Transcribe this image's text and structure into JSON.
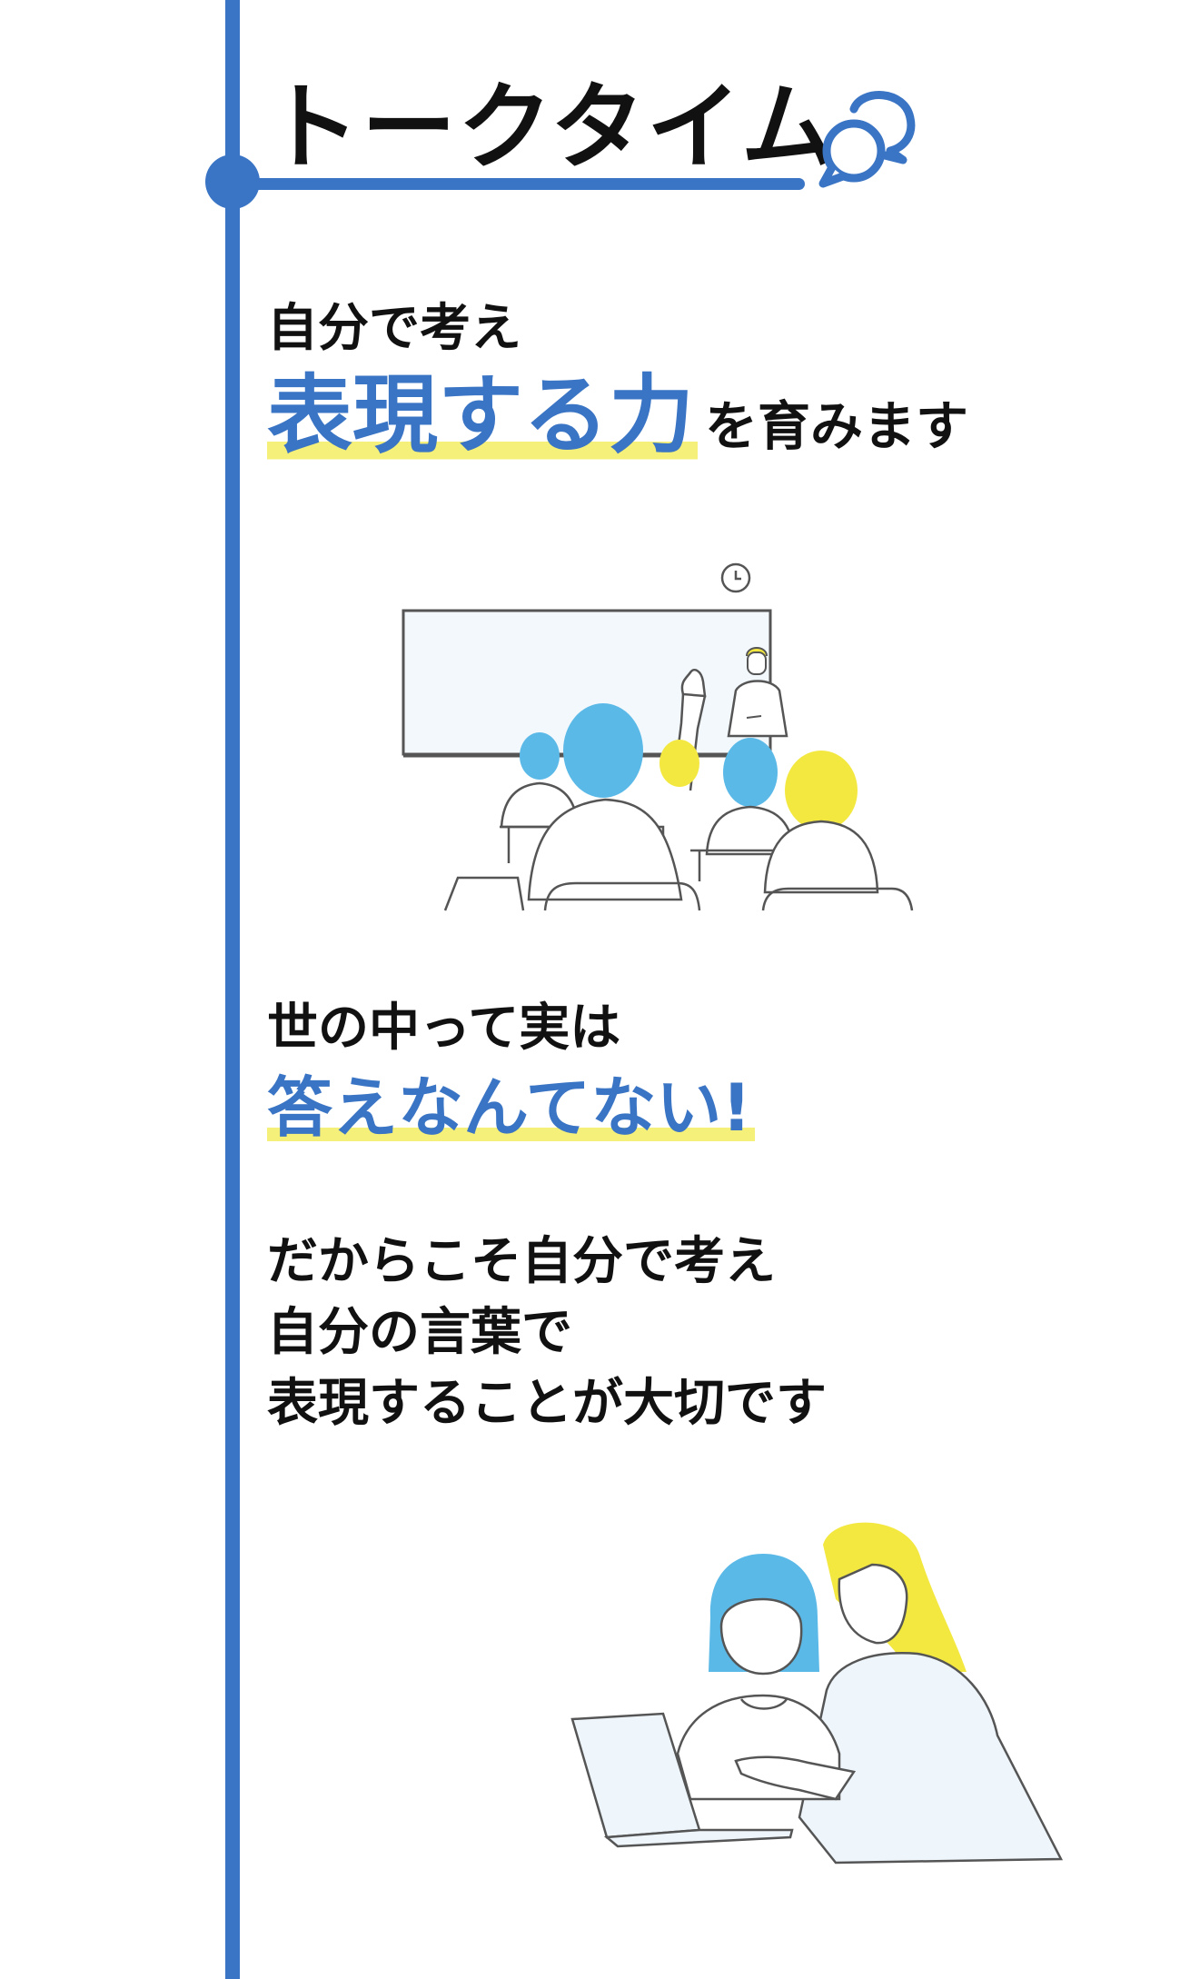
{
  "section": {
    "title": "トークタイム",
    "icon": "speech-bubbles-icon",
    "accent_color": "#3a74c4",
    "highlight_color": "#f5f07a"
  },
  "block1": {
    "line1": "自分で考え",
    "highlight": "表現する力",
    "rest": "を育みます"
  },
  "block2": {
    "line1": "世の中って実は",
    "highlight": "答えなんてない!"
  },
  "block3": {
    "lines": [
      "だからこそ自分で考え",
      "自分の言葉で",
      "表現することが大切です"
    ]
  },
  "illustrations": {
    "classroom": "classroom-hand-raise-illustration",
    "laptop": "teacher-student-laptop-illustration"
  }
}
